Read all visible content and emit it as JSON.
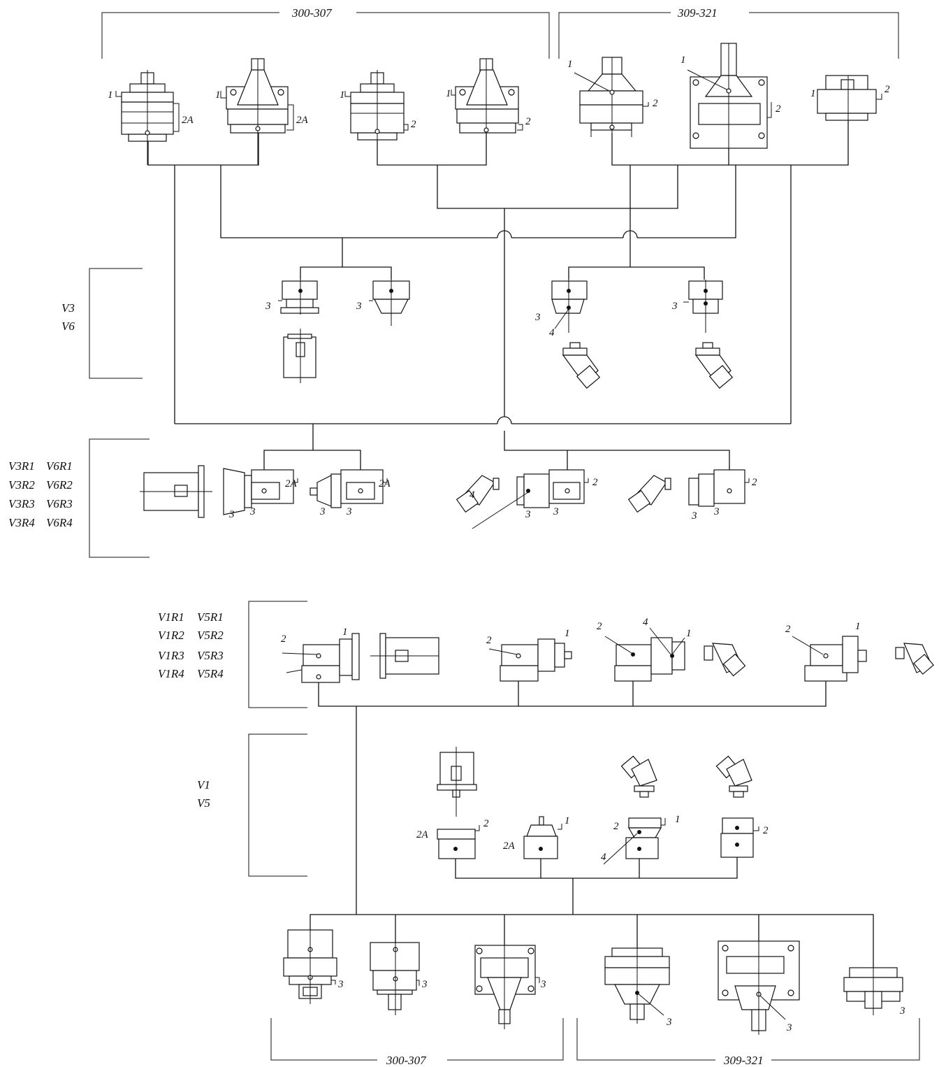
{
  "range_labels": {
    "top_left": "300-307",
    "top_right": "309-321",
    "bottom_left": "300-307",
    "bottom_right": "309-321"
  },
  "groups": {
    "v3_v6": [
      "V3",
      "V6"
    ],
    "v3r_v6r": [
      [
        "V3R1",
        "V6R1"
      ],
      [
        "V3R2",
        "V6R2"
      ],
      [
        "V3R3",
        "V6R3"
      ],
      [
        "V3R4",
        "V6R4"
      ]
    ],
    "v1r_v5r": [
      [
        "V1R1",
        "V5R1"
      ],
      [
        "V1R2",
        "V5R2"
      ],
      [
        "V1R3",
        "V5R3"
      ],
      [
        "V1R4",
        "V5R4"
      ]
    ],
    "v1_v5": [
      "V1",
      "V5"
    ]
  },
  "callouts": {
    "one": "1",
    "two": "2",
    "two_a": "2A",
    "three": "3",
    "four": "4"
  }
}
